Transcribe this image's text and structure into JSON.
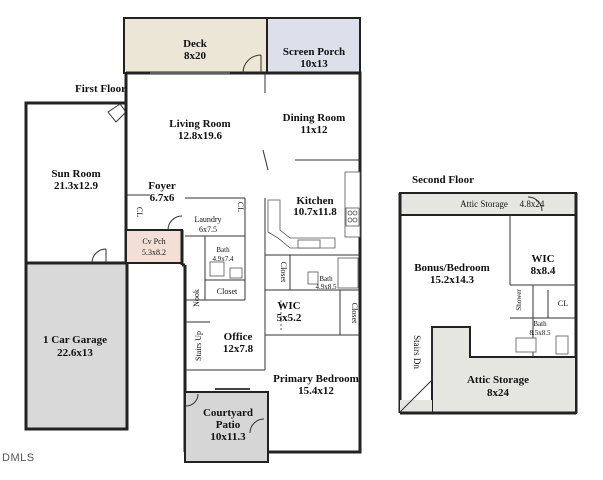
{
  "floors": {
    "first": "First Floor",
    "second": "Second Floor"
  },
  "rooms": {
    "deck": {
      "name": "Deck",
      "dim": "8x20"
    },
    "screen_porch": {
      "name": "Screen Porch",
      "dim": "10x13"
    },
    "living_room": {
      "name": "Living Room",
      "dim": "12.8x19.6"
    },
    "dining_room": {
      "name": "Dining Room",
      "dim": "11x12"
    },
    "sun_room": {
      "name": "Sun Room",
      "dim": "21.3x12.9"
    },
    "foyer": {
      "name": "Foyer",
      "dim": "6.7x6"
    },
    "kitchen": {
      "name": "Kitchen",
      "dim": "10.7x11.8"
    },
    "laundry": {
      "name": "Laundry",
      "dim": "6x7.5"
    },
    "cv_pch": {
      "name": "Cv Pch",
      "dim": "5.3x8.2"
    },
    "bath1": {
      "name": "Bath",
      "dim": "4.9x7.4"
    },
    "bath2": {
      "name": "Bath",
      "dim": "4.9x8.5"
    },
    "closet_a": {
      "name": "Closet"
    },
    "closet_b": {
      "name": "Closet"
    },
    "closet_c": {
      "name": "Closet"
    },
    "cl_foyer": {
      "name": "CL"
    },
    "cl_laundry": {
      "name": "CL"
    },
    "nook": {
      "name": "Nook"
    },
    "wic1": {
      "name": "WIC",
      "dim": "5x5.2"
    },
    "stairs_up": {
      "name": "Stairs Up"
    },
    "office": {
      "name": "Office",
      "dim": "12x7.8"
    },
    "garage": {
      "name": "1 Car Garage",
      "dim": "22.6x13"
    },
    "primary_bedroom": {
      "name": "Primary Bedroom",
      "dim": "15.4x12"
    },
    "courtyard": {
      "name": "Courtyard",
      "name2": "Patio",
      "dim": "10x11.3"
    },
    "attic_top": {
      "name": "Attic Storage",
      "dim": "4.8x24"
    },
    "bonus": {
      "name": "Bonus/Bedroom",
      "dim": "15.2x14.3"
    },
    "wic2": {
      "name": "WIC",
      "dim": "8x8.4"
    },
    "shower": {
      "name": "Shower"
    },
    "cl_up": {
      "name": "CL"
    },
    "bath3": {
      "name": "Bath",
      "dim": "8.5x8.5"
    },
    "stairs_dn": {
      "name": "Stairs Dn"
    },
    "attic_big": {
      "name": "Attic Storage",
      "dim": "8x24"
    }
  },
  "watermark": "DMLS",
  "colors": {
    "deck": "#ebe6d6",
    "porch": "#dde0ea",
    "covered": "#f2e0d6",
    "garage": "#d9d9d9",
    "patio": "#d6d6d6",
    "attic": "#e6e6e1"
  }
}
